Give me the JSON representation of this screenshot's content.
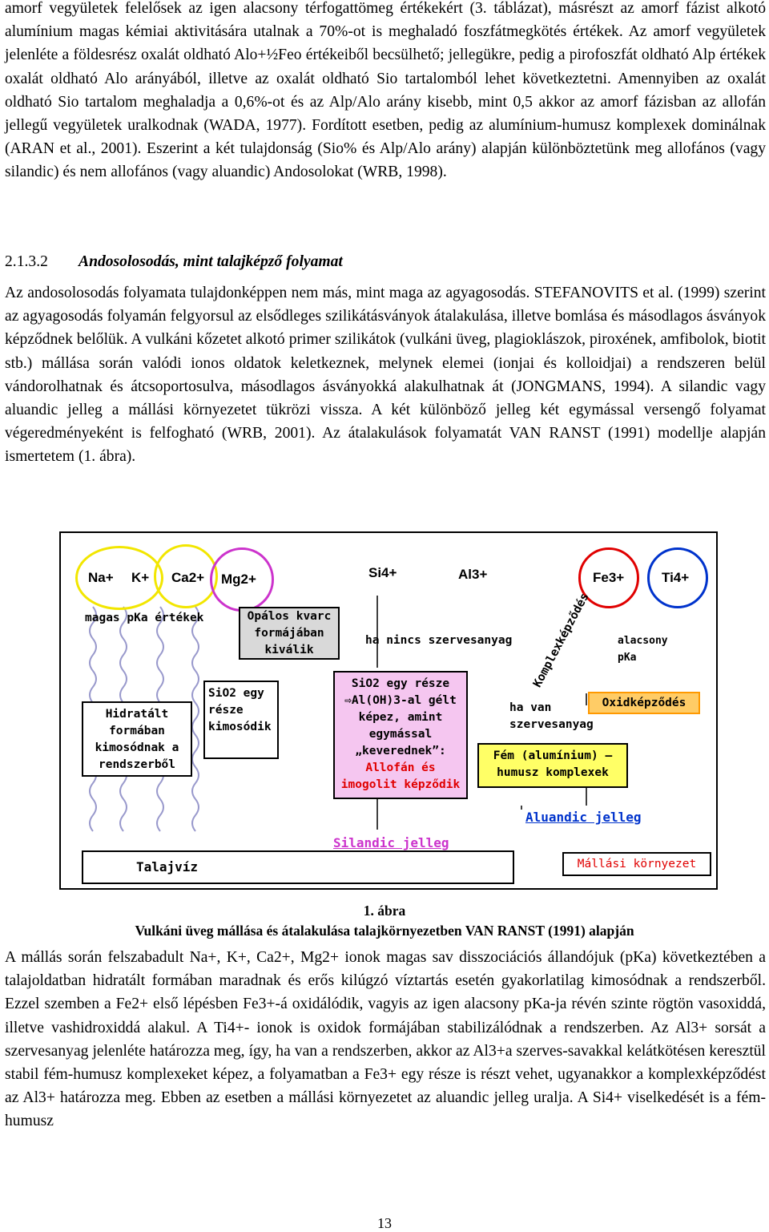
{
  "paragraphs": {
    "p1": "amorf vegyületek felelősek az igen alacsony térfogattömeg értékekért (3. táblázat), másrészt az amorf fázist alkotó alumínium magas kémiai aktivitására utalnak a 70%-ot is meghaladó foszfátmegkötés értékek. Az amorf vegyületek jelenléte a földesrész oxalát oldható Alo+½Feo értékeiből becsülhető; jellegükre, pedig a pirofoszfát oldható Alp értékek oxalát oldható Alo arányából, illetve az oxalát oldható Sio tartalomból lehet következtetni. Amennyiben az oxalát oldható Sio tartalom meghaladja a 0,6%-ot és az Alp/Alo arány kisebb, mint 0,5 akkor az amorf fázisban az allofán jellegű vegyületek uralkodnak (WADA, 1977). Fordított esetben, pedig az alumínium-humusz komplexek dominálnak (ARAN et al., 2001). Eszerint a két tulajdonság (Sio% és Alp/Alo arány) alapján különböztetünk meg allofános (vagy silandic) és nem allofános (vagy aluandic) Andosolokat (WRB, 1998).",
    "p2": "Az andosolosodás folyamata tulajdonképpen nem más, mint maga az agyagosodás. STEFANOVITS et al. (1999) szerint az agyagosodás folyamán felgyorsul az elsődleges szilikátásványok átalakulása, illetve bomlása és másodlagos ásványok képződnek belőlük. A vulkáni kőzetet alkotó primer szilikátok (vulkáni üveg, plagioklászok, piroxének, amfibolok, biotit stb.) mállása során valódi ionos oldatok keletkeznek, melynek elemei (ionjai és kolloidjai) a rendszeren belül vándorolhatnak és átcsoportosulva, másodlagos ásványokká alakulhatnak át (JONGMANS, 1994). A silandic vagy aluandic jelleg a mállási környezetet tükrözi vissza. A két különböző jelleg két egymással versengő folyamat végeredményeként is felfogható (WRB, 2001). Az átalakulások folyamatát VAN RANST (1991) modellje alapján ismertetem (1. ábra).",
    "p3": "A mállás során felszabadult Na+, K+, Ca2+, Mg2+ ionok magas sav disszociációs állandójuk (pKa) következtében a talajoldatban hidratált formában maradnak és erős kilúgzó víztartás esetén gyakorlatilag kimosódnak a rendszerből. Ezzel szemben a Fe2+ első lépésben Fe3+-á oxidálódik, vagyis az igen alacsony pKa-ja révén szinte rögtön vasoxiddá, illetve vashidroxiddá alakul. A Ti4+- ionok is oxidok formájában stabilizálódnak a rendszerben. Az Al3+ sorsát a szervesanyag jelenléte határozza meg, így, ha van a rendszerben, akkor az Al3+a szerves-savakkal kelátkötésen keresztül stabil fém-humusz komplexeket képez, a folyamatban a Fe3+ egy része is részt vehet, ugyanakkor a komplexképződést az Al3+ határozza meg. Ebben az esetben a mállási környezetet az aluandic jelleg uralja. A Si4+ viselkedését is a fém-humusz"
  },
  "section": {
    "number": "2.1.3.2",
    "title": "Andosolosodás, mint talajképző folyamat"
  },
  "figure": {
    "ions": {
      "na": "Na+",
      "k": "K+",
      "ca": "Ca2+",
      "mg": "Mg2+",
      "si": "Si4+",
      "al": "Al3+",
      "fe": "Fe3+",
      "ti": "Ti4+"
    },
    "magas_pka": "magas pKa értékek",
    "opalos": "Opálos kvarc formájában kiválik",
    "ha_nincs": "ha nincs szervesanyag",
    "komplexkepzodes": "Komplexképződés",
    "alacsony_pka": "alacsony pKa",
    "sio2_kimosodik": "SiO2 egy része kimosódik",
    "hidratalt": "Hidratált formában kimosódnak a rendszerből",
    "allofan_box_black": "SiO2 egy része ⇨Al(OH)3-al gélt képez, amint egymással „keverednek”:",
    "allofan_box_red": "Allofán és imogolit képződik",
    "ha_van": "ha van szervesanyag",
    "oxidkepzodes": "Oxidképződés",
    "fem_humusz": "Fém (alumínium) – humusz komplexek",
    "aluandic": "Aluandic jelleg",
    "silandic": "Silandic jelleg",
    "talajviz": "Talajvíz",
    "mallasi": "Mállási környezet"
  },
  "caption": {
    "number": "1. ábra",
    "title": "Vulkáni üveg mállása és átalakulása talajkörnyezetben VAN RANST (1991) alapján"
  },
  "page_number": "13",
  "colors": {
    "yellow": "#f2e600",
    "magenta": "#cc33cc",
    "red": "#e00000",
    "blue": "#0033cc",
    "pink": "#f5c6f0",
    "yellow_fill": "#ffff66",
    "orange": "#ff9900",
    "orange_fill": "#ffcc66",
    "gray_fill": "#d9d9d9",
    "arrow_purple": "#9999cc"
  }
}
